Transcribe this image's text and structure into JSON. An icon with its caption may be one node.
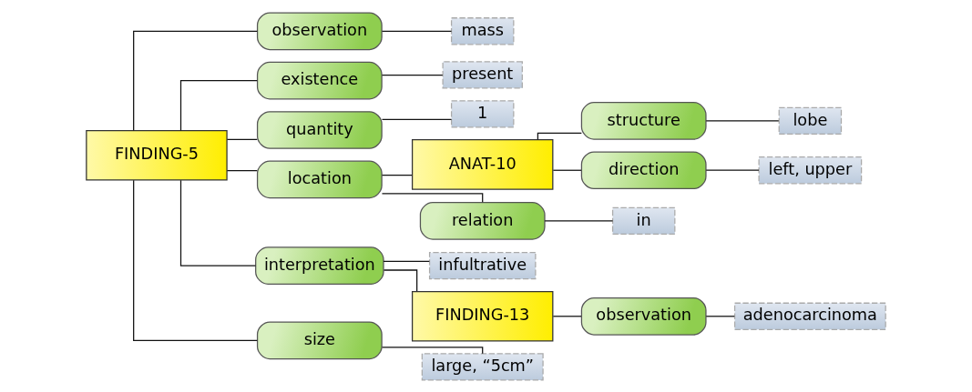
{
  "diagram": {
    "nodes": [
      {
        "text": [
          "FINDING-5"
        ]
      },
      {
        "text": [
          "observation"
        ]
      },
      {
        "text": [
          "mass"
        ]
      },
      {
        "text": [
          "existence"
        ]
      },
      {
        "text": [
          "present"
        ]
      },
      {
        "text": [
          "quantity"
        ]
      },
      {
        "text": [
          "1"
        ]
      },
      {
        "text": [
          "location"
        ]
      },
      {
        "text": [
          "ANAT-10"
        ]
      },
      {
        "text": [
          "structure"
        ]
      },
      {
        "text": [
          "lobe"
        ]
      },
      {
        "text": [
          "direction"
        ]
      },
      {
        "text": [
          "left, upper"
        ]
      },
      {
        "text": [
          "relation"
        ]
      },
      {
        "text": [
          "in"
        ]
      },
      {
        "text": [
          "interpretation"
        ]
      },
      {
        "text": [
          "infultrative"
        ]
      },
      {
        "text": [
          "FINDING-13"
        ]
      },
      {
        "text": [
          "observation"
        ]
      },
      {
        "text": [
          "adenocarcinoma"
        ]
      },
      {
        "text": [
          "size"
        ]
      },
      {
        "text": [
          "large, “5cm”"
        ]
      }
    ],
    "edges": [
      {
        "from": 0,
        "to": 1,
        "arrow": "none"
      },
      {
        "from": 1,
        "to": 2,
        "arrow": "none"
      },
      {
        "from": 0,
        "to": 3,
        "arrow": "none"
      },
      {
        "from": 3,
        "to": 4,
        "arrow": "none"
      },
      {
        "from": 0,
        "to": 5,
        "arrow": "none"
      },
      {
        "from": 5,
        "to": 6,
        "arrow": "none"
      },
      {
        "from": 0,
        "to": 7,
        "arrow": "none"
      },
      {
        "from": 7,
        "to": 8,
        "arrow": "none"
      },
      {
        "from": 8,
        "to": 9,
        "arrow": "none"
      },
      {
        "from": 9,
        "to": 10,
        "arrow": "none"
      },
      {
        "from": 8,
        "to": 11,
        "arrow": "none"
      },
      {
        "from": 11,
        "to": 12,
        "arrow": "none"
      },
      {
        "from": 7,
        "to": 13,
        "arrow": "none"
      },
      {
        "from": 13,
        "to": 14,
        "arrow": "none"
      },
      {
        "from": 0,
        "to": 15,
        "arrow": "none"
      },
      {
        "from": 15,
        "to": 16,
        "arrow": "none"
      },
      {
        "from": 15,
        "to": 17,
        "arrow": "none"
      },
      {
        "from": 17,
        "to": 18,
        "arrow": "none"
      },
      {
        "from": 18,
        "to": 19,
        "arrow": "none"
      },
      {
        "from": 0,
        "to": 20,
        "arrow": "none"
      },
      {
        "from": 20,
        "to": 21,
        "arrow": "none"
      }
    ]
  }
}
